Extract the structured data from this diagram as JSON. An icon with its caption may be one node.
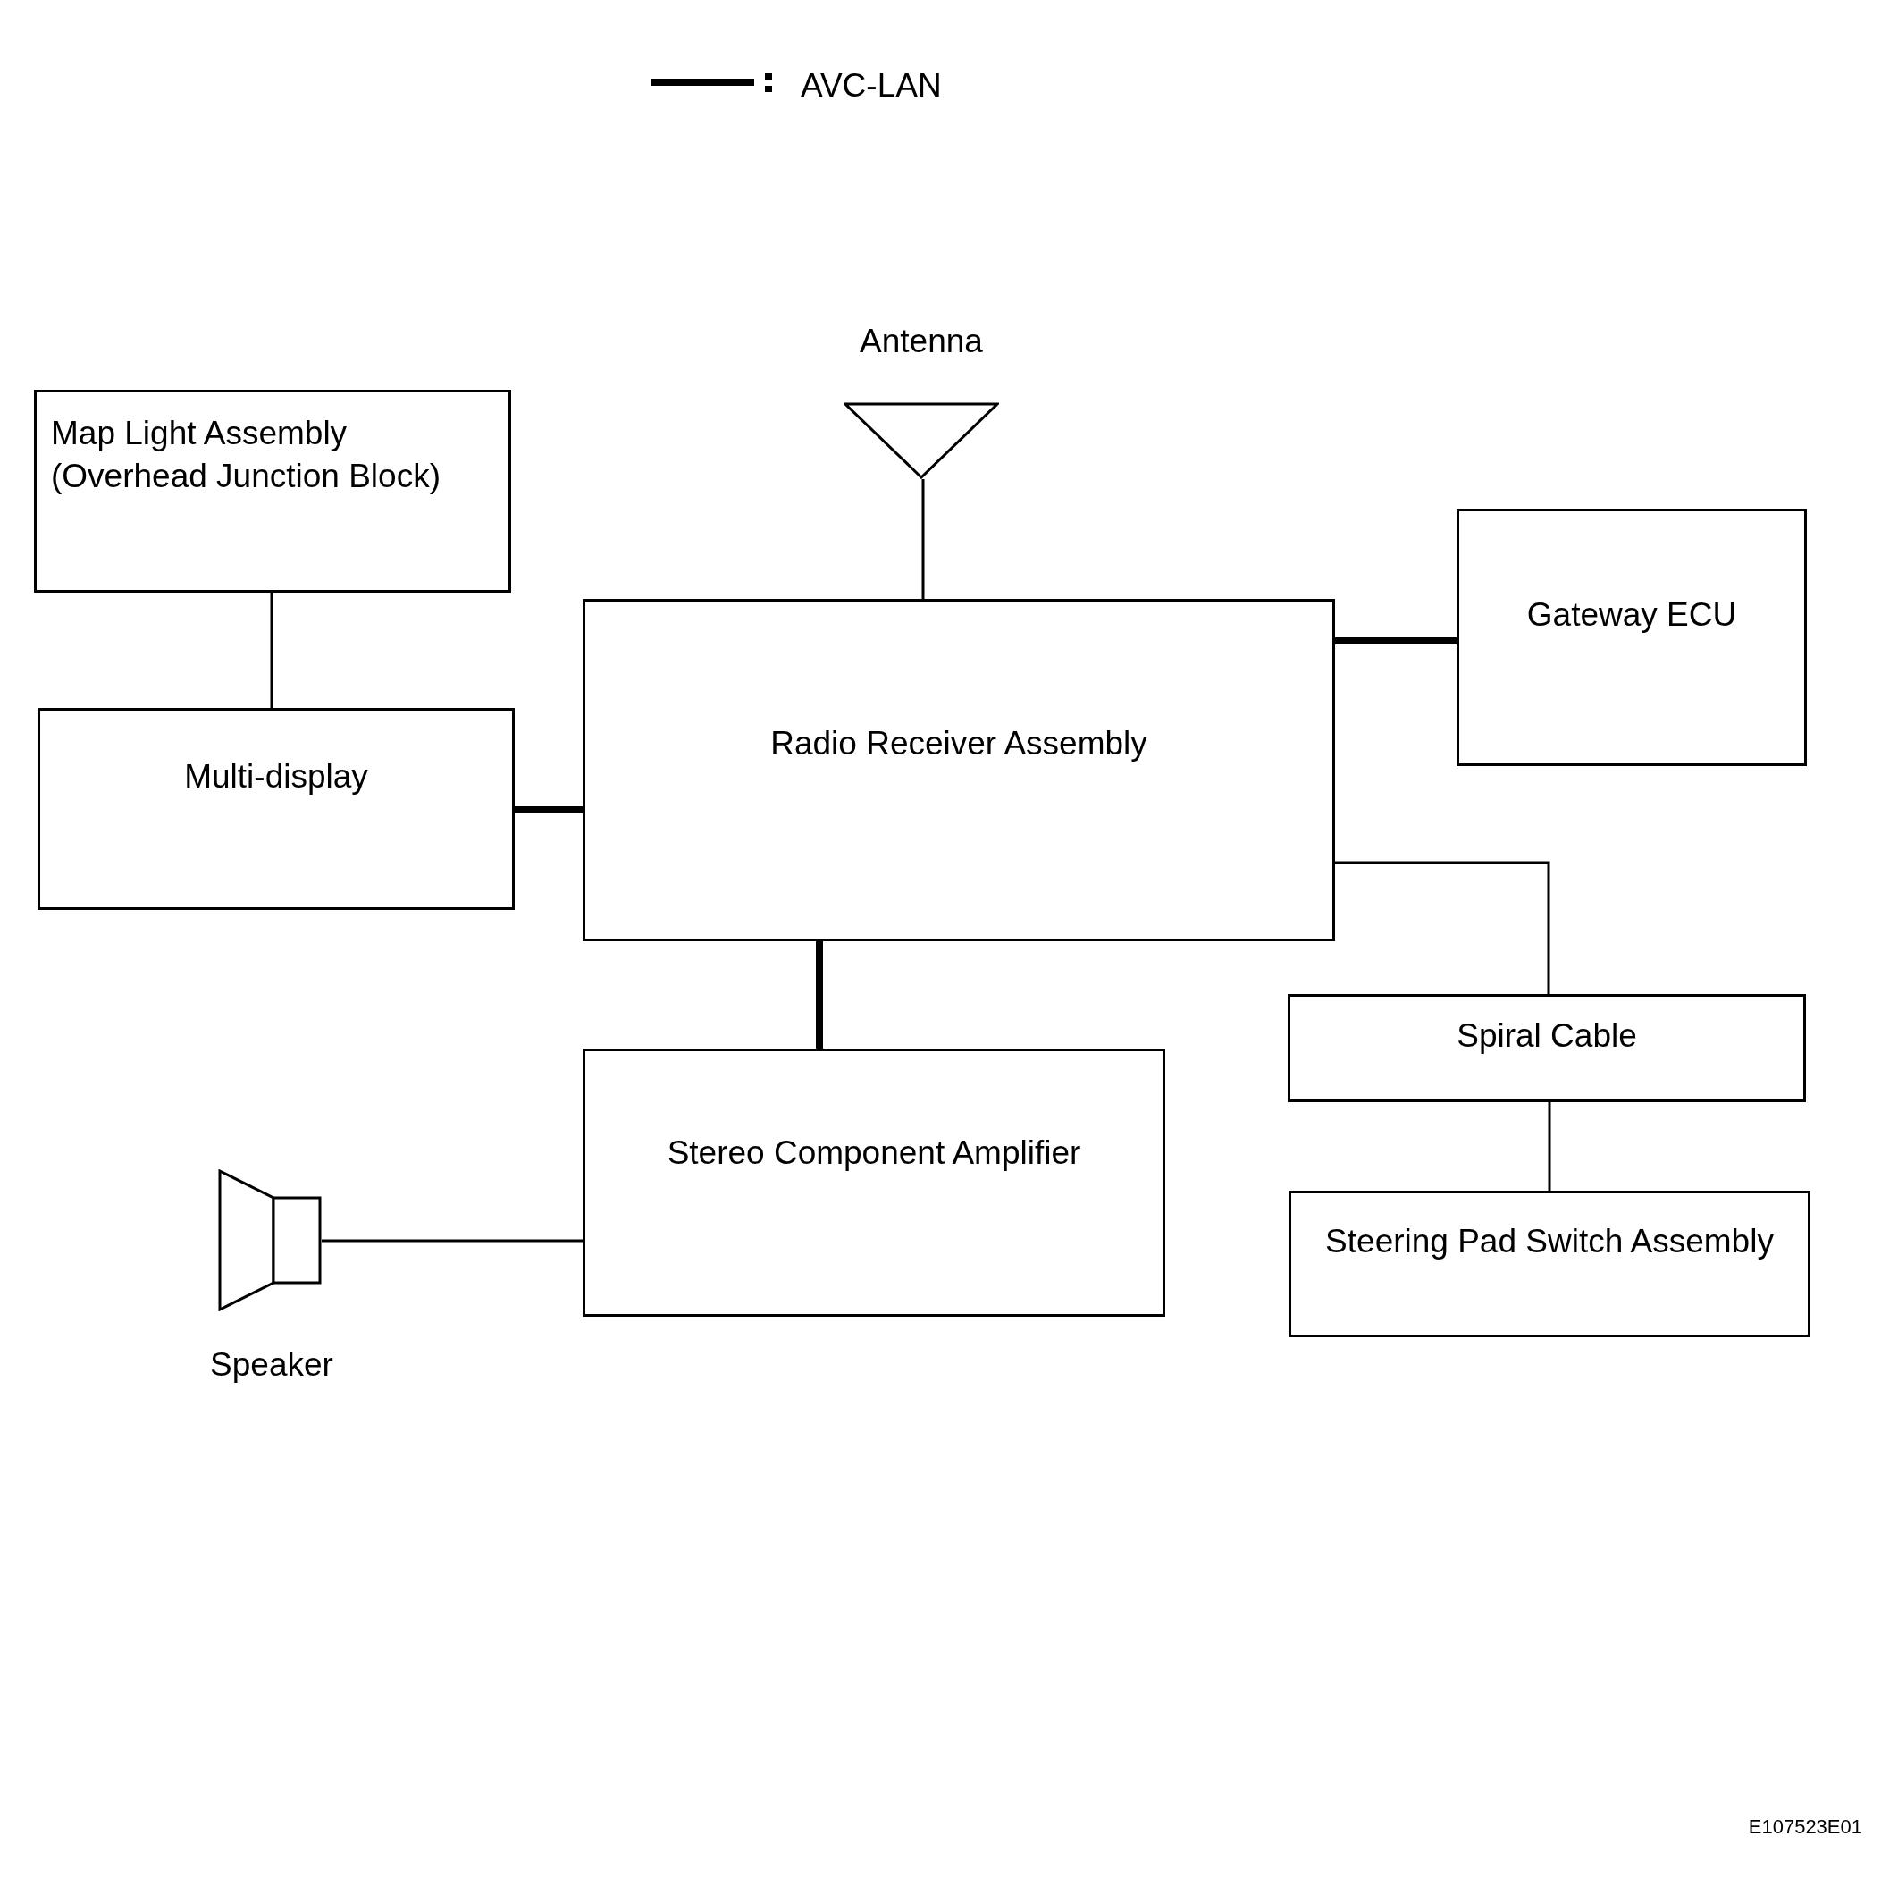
{
  "diagram": {
    "nodes": [
      {
        "text": [
          "Map Light Assembly (Overhead Junction Block)"
        ]
      },
      {
        "text": [
          "Multi-display"
        ]
      },
      {
        "text": [],
        "shape": "antenna",
        "beside": [
          "Antenna"
        ]
      },
      {
        "text": [
          "Radio Receiver Assembly"
        ]
      },
      {
        "text": [
          "Gateway ECU"
        ]
      },
      {
        "text": [
          "Spiral Cable"
        ]
      },
      {
        "text": [],
        "shape": "speaker",
        "beside": [
          "Speaker"
        ]
      },
      {
        "text": [
          "Stereo Component Amplifier"
        ]
      },
      {
        "text": [
          "Steering Pad Switch Assembly"
        ]
      }
    ],
    "edges": [
      {
        "from": 0,
        "to": 1,
        "arrow": "none"
      },
      {
        "from": 1,
        "to": 3,
        "arrow": "none",
        "style": "thick"
      },
      {
        "from": 2,
        "to": 3,
        "arrow": "none"
      },
      {
        "from": 3,
        "to": 4,
        "arrow": "none",
        "style": "thick"
      },
      {
        "from": 3,
        "to": 5,
        "arrow": "none"
      },
      {
        "from": 3,
        "to": 7,
        "arrow": "none",
        "style": "thick"
      },
      {
        "from": 6,
        "to": 7,
        "arrow": "none"
      },
      {
        "from": 5,
        "to": 8,
        "arrow": "none"
      }
    ],
    "labels": [
      "E107523E01"
    ],
    "legend": [
      {
        "text": "AVC-LAN"
      }
    ]
  }
}
